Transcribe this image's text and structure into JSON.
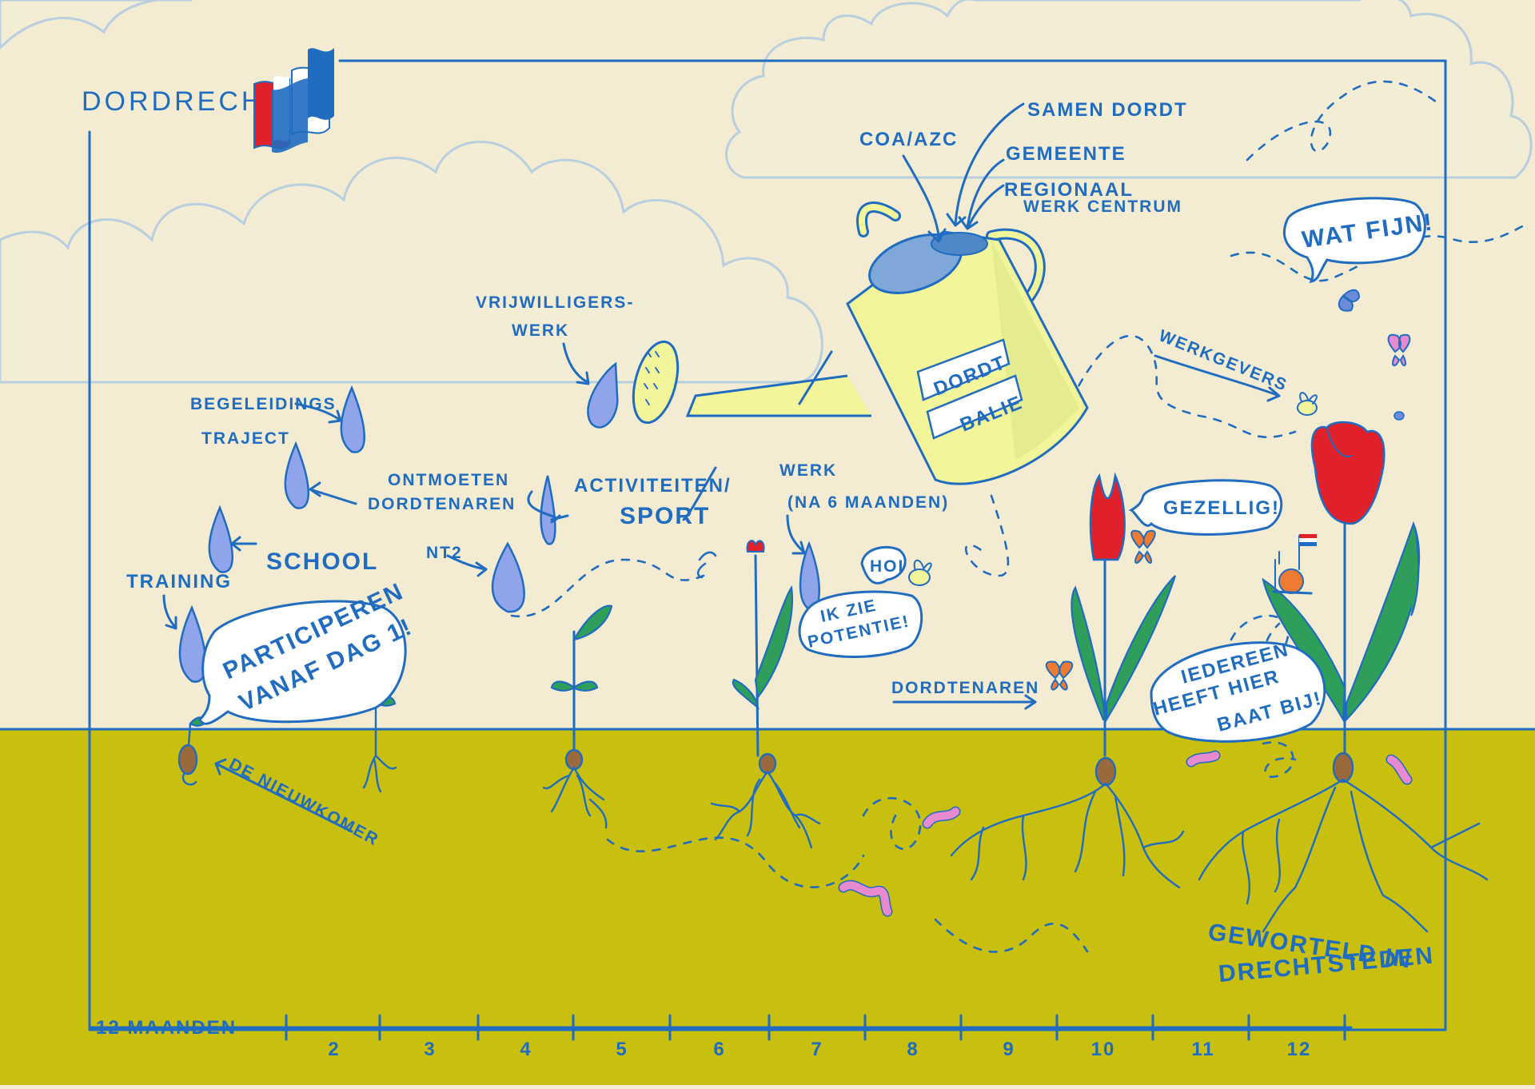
{
  "brand": {
    "name": "DORDRECHT"
  },
  "timeline": {
    "start_label": "12 MAANDEN",
    "ticks": [
      "2",
      "3",
      "4",
      "5",
      "6",
      "7",
      "8",
      "9",
      "10",
      "11",
      "12"
    ]
  },
  "can": {
    "label_line1": "DORDT",
    "label_line2": "BALIE"
  },
  "sources": [
    "COA/AZC",
    "SAMEN DORDT",
    "GEMEENTE",
    "REGIONAAL",
    "WERK CENTRUM"
  ],
  "drops": {
    "vrijwilligers_1": "VRIJWILLIGERS-",
    "vrijwilligers_2": "WERK",
    "begeleiding_1": "BEGELEIDINGS",
    "begeleiding_2": "TRAJECT",
    "ontmoeten_1": "ONTMOETEN",
    "ontmoeten_2": "DORDTENAREN",
    "activiteiten_1": "ACTIVITEITEN/",
    "activiteiten_2": "SPORT",
    "school": "SCHOOL",
    "training": "TRAINING",
    "nt2": "NT2",
    "werk_1": "WERK",
    "werk_2": "(NA 6 MAANDEN)"
  },
  "labels": {
    "nieuwkomer": "DE NIEUWKOMER",
    "werkgevers": "WERKGEVERS",
    "dordtenaren": "DORDTENAREN",
    "geworteld_1": "GEWORTELD IN",
    "geworteld_2": "DRECHTSTEDEN"
  },
  "bubbles": {
    "participeren_1": "PARTICIPEREN",
    "participeren_2": "VANAF DAG 1!",
    "hoi": "HOI",
    "potentie_1": "IK ZIE",
    "potentie_2": "POTENTIE!",
    "gezellig": "GEZELLIG!",
    "wat_fijn": "WAT FIJN!",
    "iedereen_1": "IEDEREEN",
    "iedereen_2": "HEEFT HIER",
    "iedereen_3": "BAAT BIJ!"
  },
  "colors": {
    "ink": "#1f6cc0",
    "sky": "#f3ecd2",
    "soil": "#c8bf0e",
    "leaf": "#2e9e5a",
    "tulip": "#e0202a",
    "can": "#f2f59a",
    "drop": "#8fa4ea",
    "worm": "#e78ad0",
    "butterfly": "#ef7a32"
  }
}
